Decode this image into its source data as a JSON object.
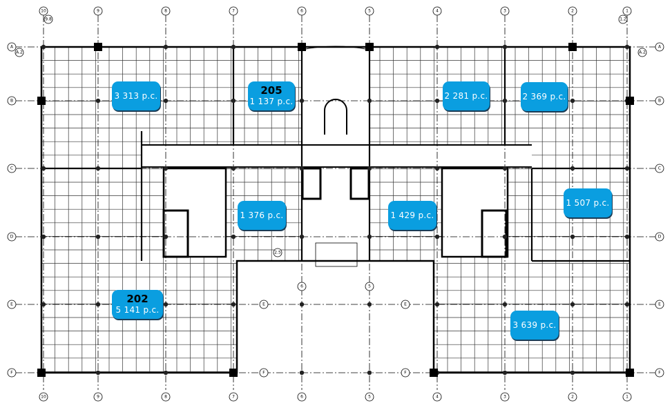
{
  "grid": {
    "columns": [
      "10",
      "9",
      "8",
      "7",
      "6",
      "5",
      "4",
      "3",
      "2",
      "1"
    ],
    "rows": [
      "A",
      "B",
      "C",
      "D",
      "E",
      "F"
    ],
    "sub_columns": [
      "9.8",
      "1.2"
    ],
    "sub_rows": [
      "A.2"
    ],
    "other_markers": [
      "2.5"
    ]
  },
  "units": [
    {
      "number": "",
      "area": "3 313 p.c."
    },
    {
      "number": "205",
      "area": "1 137 p.c."
    },
    {
      "number": "",
      "area": "2 281 p.c."
    },
    {
      "number": "",
      "area": "2 369 p.c."
    },
    {
      "number": "",
      "area": "1 376 p.c."
    },
    {
      "number": "",
      "area": "1 429 p.c."
    },
    {
      "number": "",
      "area": "1 507 p.c."
    },
    {
      "number": "202",
      "area": "5 141 p.c."
    },
    {
      "number": "",
      "area": "3 639 p.c."
    }
  ],
  "colors": {
    "bubble": "#0a9ee0",
    "line": "#000000"
  }
}
